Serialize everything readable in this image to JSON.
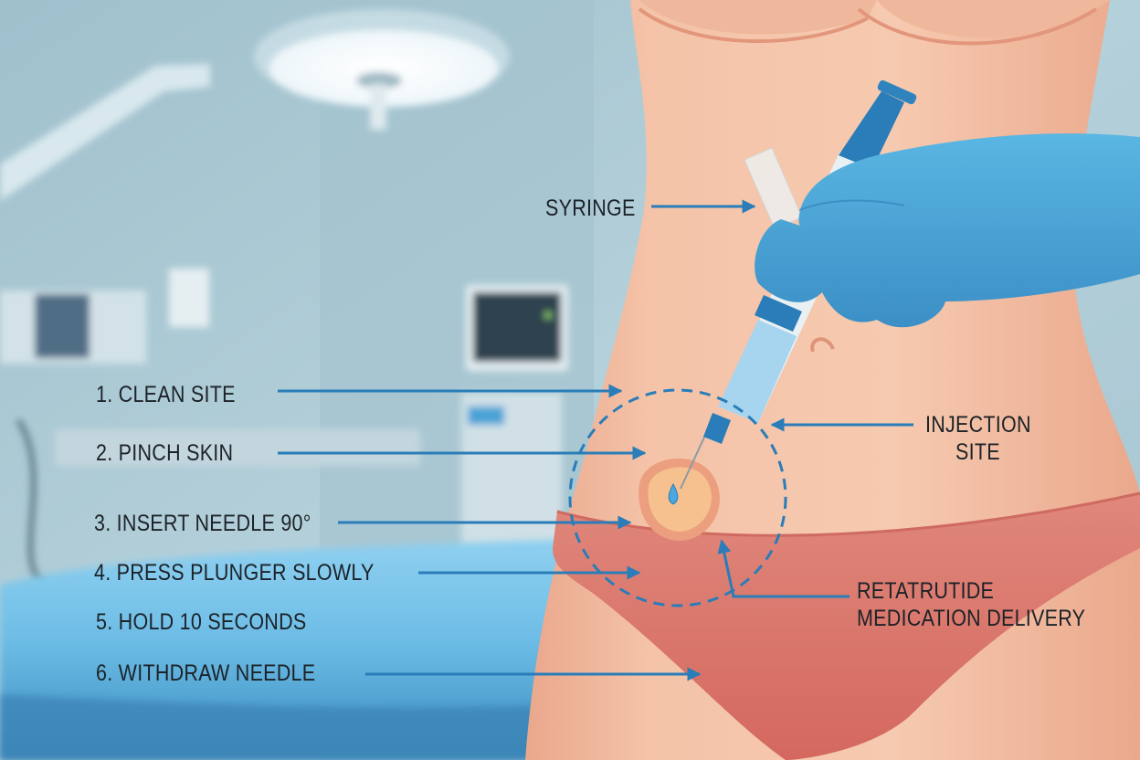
{
  "diagram": {
    "subject": "Subcutaneous abdominal injection",
    "colors": {
      "arrow": "#2a7db8",
      "text": "#1c2228",
      "skin": "#f1bda2",
      "glove": "#4aa3d6",
      "underwear": "#df7f74",
      "room": "#a9c8d4"
    },
    "callouts": {
      "syringe": "SYRINGE",
      "injection_site_line1": "INJECTION",
      "injection_site_line2": "SITE",
      "medication_line1": "RETATRUTIDE",
      "medication_line2": "MEDICATION DELIVERY"
    },
    "steps": [
      {
        "label": "1. CLEAN SITE"
      },
      {
        "label": "2. PINCH SKIN"
      },
      {
        "label": "3. INSERT NEEDLE 90°"
      },
      {
        "label": "4. PRESS PLUNGER SLOWLY"
      },
      {
        "label": "5. HOLD 10 SECONDS"
      },
      {
        "label": "6. WITHDRAW NEEDLE"
      }
    ]
  }
}
